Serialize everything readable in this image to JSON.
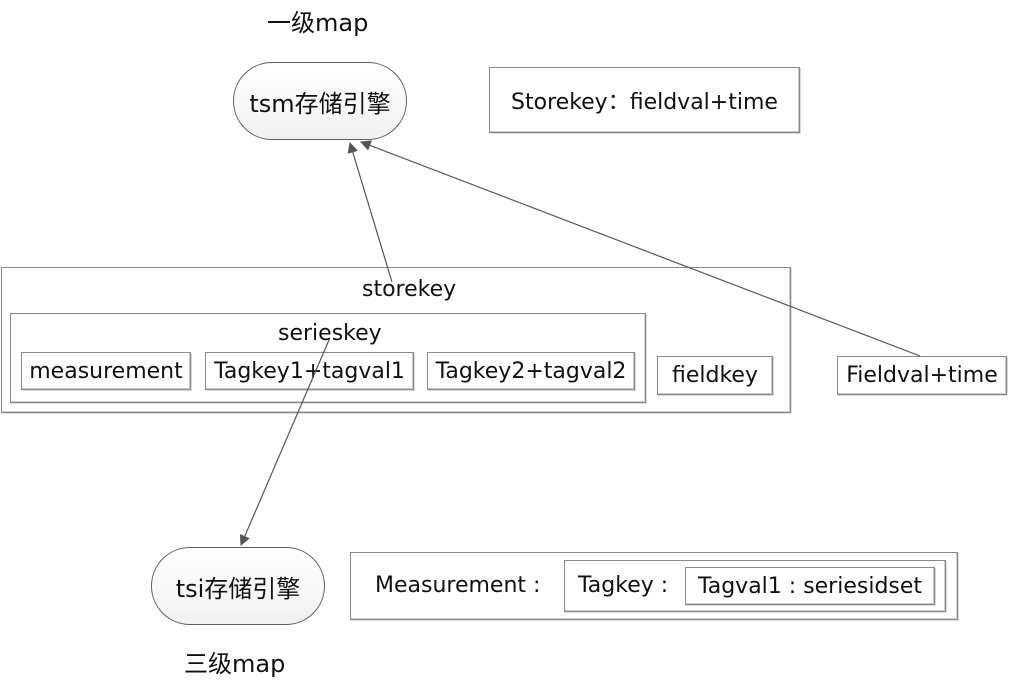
{
  "top": {
    "level_label": "一级map",
    "engine": "tsm存储引擎",
    "storekey_formula": "Storekey：fieldval+time"
  },
  "storekey_group": {
    "title": "storekey",
    "serieskey": {
      "title": "serieskey",
      "items": [
        "measurement",
        "Tagkey1+tagval1",
        "Tagkey2+tagval2"
      ]
    },
    "fieldkey": "fieldkey"
  },
  "fieldval_time": "Fieldval+time",
  "bottom": {
    "engine": "tsi存储引擎",
    "level_label": "三级map",
    "index": {
      "measurement": "Measurement :",
      "tagkey": "Tagkey :",
      "tagval": "Tagval1 : seriesidset"
    }
  },
  "colors": {
    "border": "#8a8a8a",
    "arrow": "#555555"
  }
}
